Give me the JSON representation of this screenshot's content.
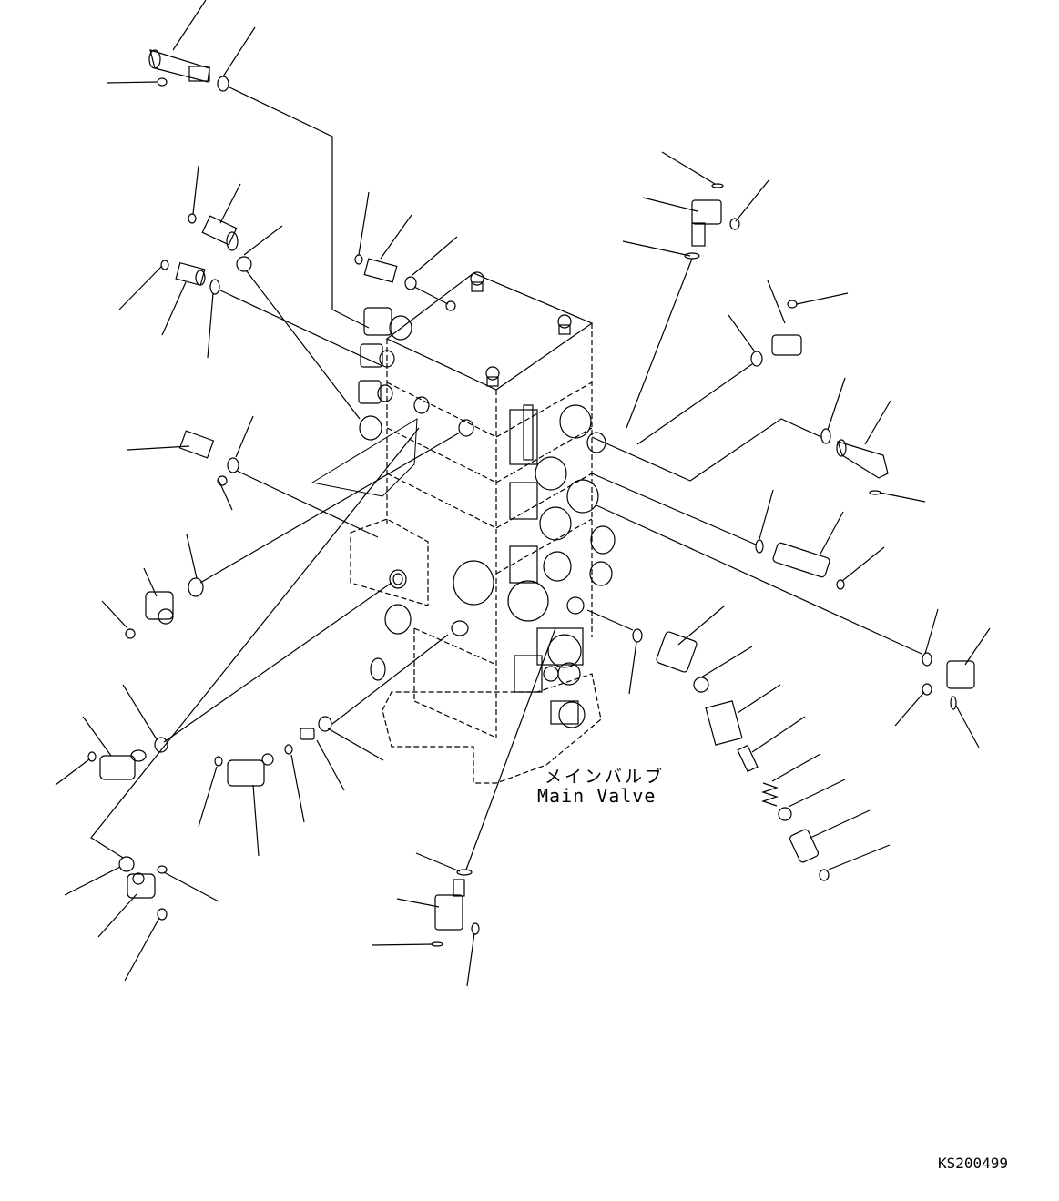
{
  "label": {
    "jp": "メインバルブ",
    "en": "Main Valve"
  },
  "drawing_code": "KS200499"
}
